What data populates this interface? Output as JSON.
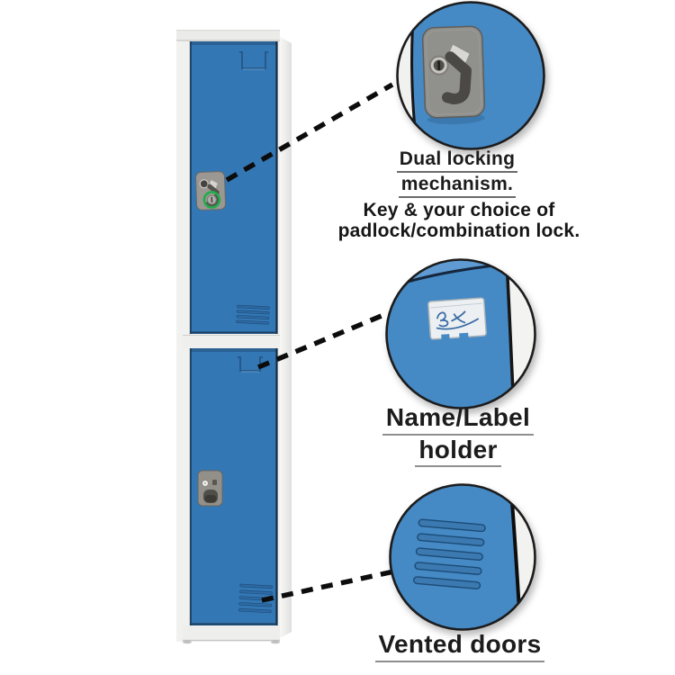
{
  "image": {
    "kind": "product-feature-infographic",
    "subject": "two-tier blue steel locker with magnified feature callouts",
    "background": "#ffffff"
  },
  "callouts": {
    "dual_locking": {
      "title_line1": "Dual locking",
      "title_line2": "mechanism.",
      "note_line1": "Key & your choice of",
      "note_line2": "padlock/combination lock."
    },
    "name_label": {
      "title_line1": "Name/Label",
      "title_line2": "holder"
    },
    "vented": {
      "title": "Vented doors"
    }
  },
  "icons": {
    "lock_highlight": "green-circle-highlight",
    "keyhole": "keyhole-icon",
    "handle": "t-handle-icon",
    "signature": "handwritten-signature-scribble",
    "vents": "vent-slots"
  },
  "colors": {
    "door_blue": "#3377b4",
    "circle_blue": "#4489c5",
    "frame_white": "#f1f1ef",
    "highlight_green": "#1fae4a",
    "text": "#1c1c1c",
    "underline": "#6b6b6b",
    "dashed_line": "#0c0c0c"
  }
}
